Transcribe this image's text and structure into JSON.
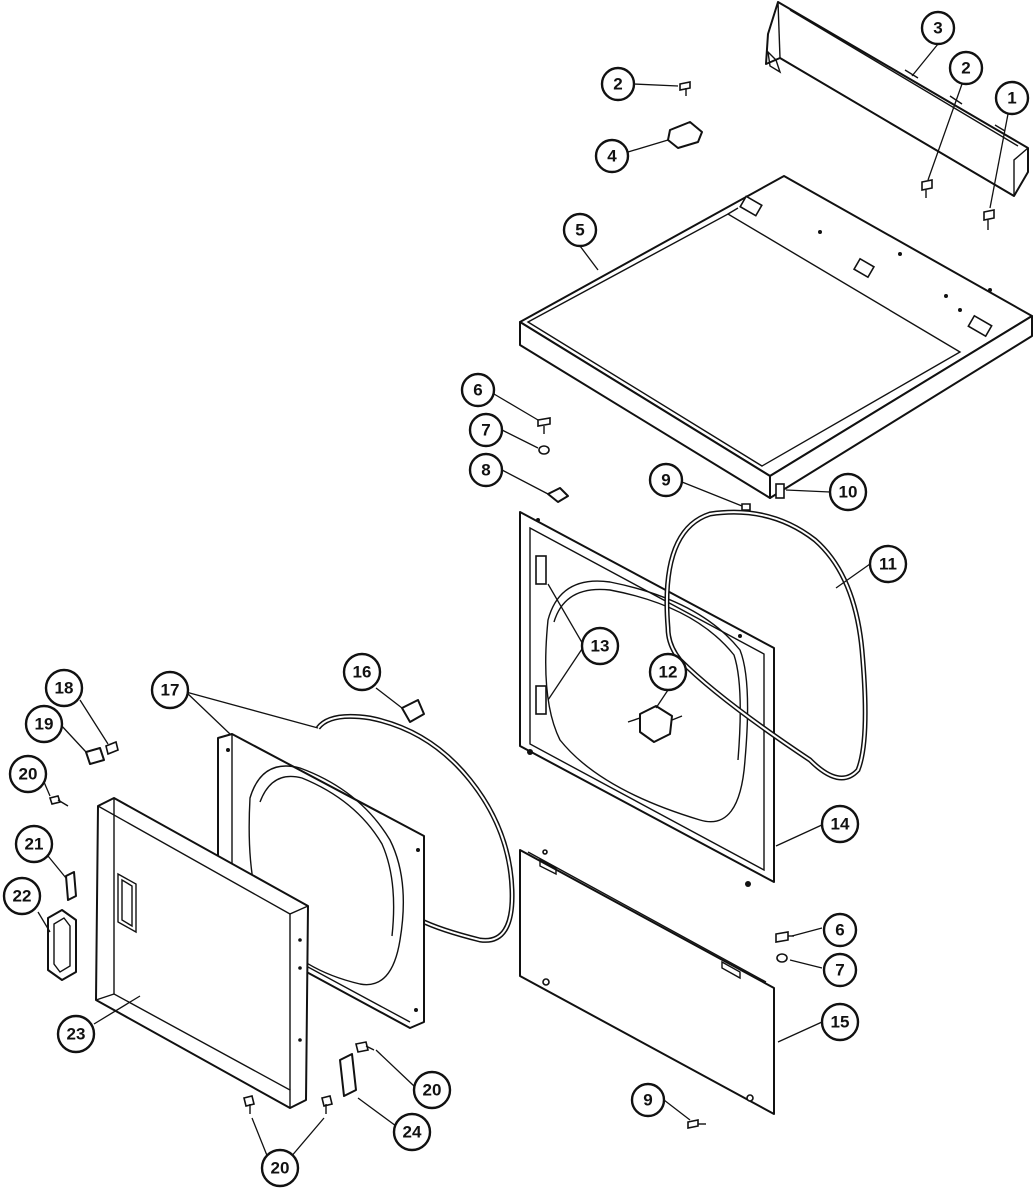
{
  "callouts": [
    {
      "id": "c1",
      "label": "1"
    },
    {
      "id": "c2a",
      "label": "2"
    },
    {
      "id": "c2b",
      "label": "2"
    },
    {
      "id": "c3",
      "label": "3"
    },
    {
      "id": "c4",
      "label": "4"
    },
    {
      "id": "c5",
      "label": "5"
    },
    {
      "id": "c6a",
      "label": "6"
    },
    {
      "id": "c7a",
      "label": "7"
    },
    {
      "id": "c8",
      "label": "8"
    },
    {
      "id": "c9a",
      "label": "9"
    },
    {
      "id": "c10",
      "label": "10"
    },
    {
      "id": "c11",
      "label": "11"
    },
    {
      "id": "c12",
      "label": "12"
    },
    {
      "id": "c13",
      "label": "13"
    },
    {
      "id": "c14",
      "label": "14"
    },
    {
      "id": "c16",
      "label": "16"
    },
    {
      "id": "c17",
      "label": "17"
    },
    {
      "id": "c18",
      "label": "18"
    },
    {
      "id": "c19",
      "label": "19"
    },
    {
      "id": "c20a",
      "label": "20"
    },
    {
      "id": "c21",
      "label": "21"
    },
    {
      "id": "c22",
      "label": "22"
    },
    {
      "id": "c23",
      "label": "23"
    },
    {
      "id": "c6b",
      "label": "6"
    },
    {
      "id": "c7b",
      "label": "7"
    },
    {
      "id": "c15",
      "label": "15"
    },
    {
      "id": "c9b",
      "label": "9"
    },
    {
      "id": "c20b",
      "label": "20"
    },
    {
      "id": "c24",
      "label": "24"
    },
    {
      "id": "c20c",
      "label": "20"
    }
  ]
}
